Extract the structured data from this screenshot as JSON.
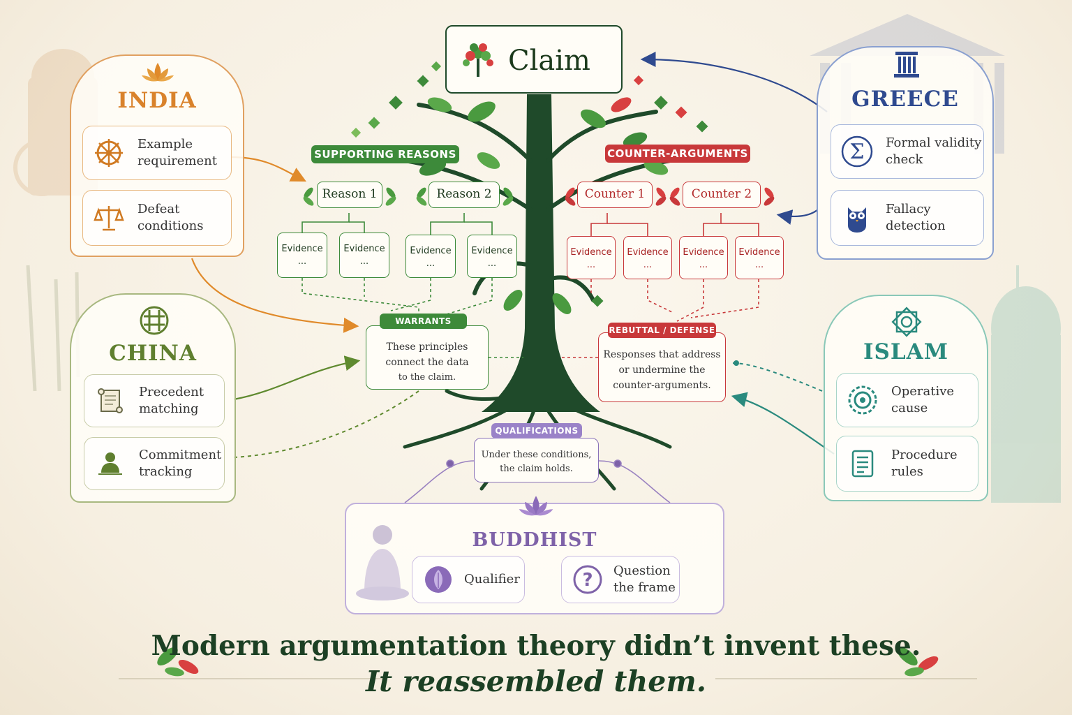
{
  "claim": {
    "label": "Claim"
  },
  "supporting": {
    "banner": "SUPPORTING REASONS",
    "reasons": [
      "Reason 1",
      "Reason 2"
    ],
    "evidence": [
      {
        "label": "Evidence",
        "more": "..."
      },
      {
        "label": "Evidence",
        "more": "..."
      },
      {
        "label": "Evidence",
        "more": "..."
      },
      {
        "label": "Evidence",
        "more": "..."
      }
    ]
  },
  "counter": {
    "banner": "COUNTER-ARGUMENTS",
    "items": [
      "Counter 1",
      "Counter 2"
    ],
    "evidence": [
      {
        "label": "Evidence",
        "more": "..."
      },
      {
        "label": "Evidence",
        "more": "..."
      },
      {
        "label": "Evidence",
        "more": "..."
      },
      {
        "label": "Evidence",
        "more": "..."
      }
    ]
  },
  "warrants": {
    "banner": "WARRANTS",
    "lines": [
      "These principles",
      "connect the data",
      "to the claim."
    ]
  },
  "rebuttal": {
    "banner": "REBUTTAL / DEFENSE",
    "lines": [
      "Responses that address",
      "or undermine the",
      "counter-arguments."
    ]
  },
  "qualifications": {
    "banner": "QUALIFICATIONS",
    "lines": [
      "Under these conditions,",
      "the claim holds."
    ]
  },
  "traditions": {
    "india": {
      "title": "INDIA",
      "color": "#d9822b",
      "items": [
        {
          "icon": "dharma-wheel-icon",
          "lines": [
            "Example",
            "requirement"
          ]
        },
        {
          "icon": "scales-icon",
          "lines": [
            "Defeat",
            "conditions"
          ]
        }
      ]
    },
    "china": {
      "title": "CHINA",
      "color": "#5f7f2f",
      "items": [
        {
          "icon": "scroll-icon",
          "lines": [
            "Precedent",
            "matching"
          ]
        },
        {
          "icon": "person-icon",
          "lines": [
            "Commitment",
            "tracking"
          ]
        }
      ]
    },
    "greece": {
      "title": "GREECE",
      "color": "#2f4a8f",
      "items": [
        {
          "icon": "sigma-icon",
          "lines": [
            "Formal validity",
            "check"
          ]
        },
        {
          "icon": "owl-icon",
          "lines": [
            "Fallacy",
            "detection"
          ]
        }
      ]
    },
    "islam": {
      "title": "ISLAM",
      "color": "#2a8a7e",
      "items": [
        {
          "icon": "gear-icon",
          "lines": [
            "Operative",
            "cause"
          ]
        },
        {
          "icon": "document-icon",
          "lines": [
            "Procedure",
            "rules"
          ]
        }
      ]
    },
    "buddhist": {
      "title": "BUDDHIST",
      "color": "#7e62a8",
      "items": [
        {
          "icon": "leaf-icon",
          "lines": [
            "Qualifier"
          ]
        },
        {
          "icon": "question-icon",
          "lines": [
            "Question",
            "the frame"
          ]
        }
      ]
    }
  },
  "caption": {
    "line1": "Modern argumentation theory didn’t invent these.",
    "line2": "It reassembled them."
  },
  "colors": {
    "green": "#3d8a3a",
    "red": "#c8383a",
    "trunk": "#1f4a2a",
    "purple": "#7e62a8"
  }
}
